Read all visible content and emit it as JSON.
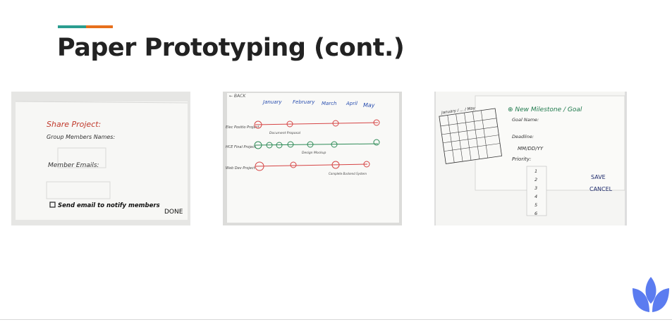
{
  "slide": {
    "title": "Paper Prototyping (cont.)",
    "accent_colors": [
      "#2a9d8f",
      "#e76f1c"
    ],
    "logo_color": "#5b7cf0"
  },
  "sketches": [
    {
      "heading": "Share Project:",
      "group_label": "Group Members Names:",
      "email_label": "Member Emails:",
      "checkbox_label": "Send email to notify members",
      "done_label": "DONE"
    },
    {
      "back_label": "← BACK",
      "months": [
        "January",
        "February",
        "March",
        "April",
        "May"
      ],
      "rows": [
        "Elec Positio Project",
        "HCE Final Project",
        "Web Dev Project"
      ],
      "notes": [
        "Document Proposal",
        "Design Mockup",
        "Complete Backend System"
      ]
    },
    {
      "heading": "⊕ New Milestone / Goal",
      "goal_label": "Goal Name:",
      "calendar_label": "January / ... / May",
      "deadline_label": "Deadline:",
      "deadline_format": "MM/DD/YY",
      "priority_label": "Priority:",
      "priority_options": [
        "1",
        "2",
        "3",
        "4",
        "5",
        "6"
      ],
      "save_label": "SAVE",
      "cancel_label": "CANCEL"
    }
  ]
}
